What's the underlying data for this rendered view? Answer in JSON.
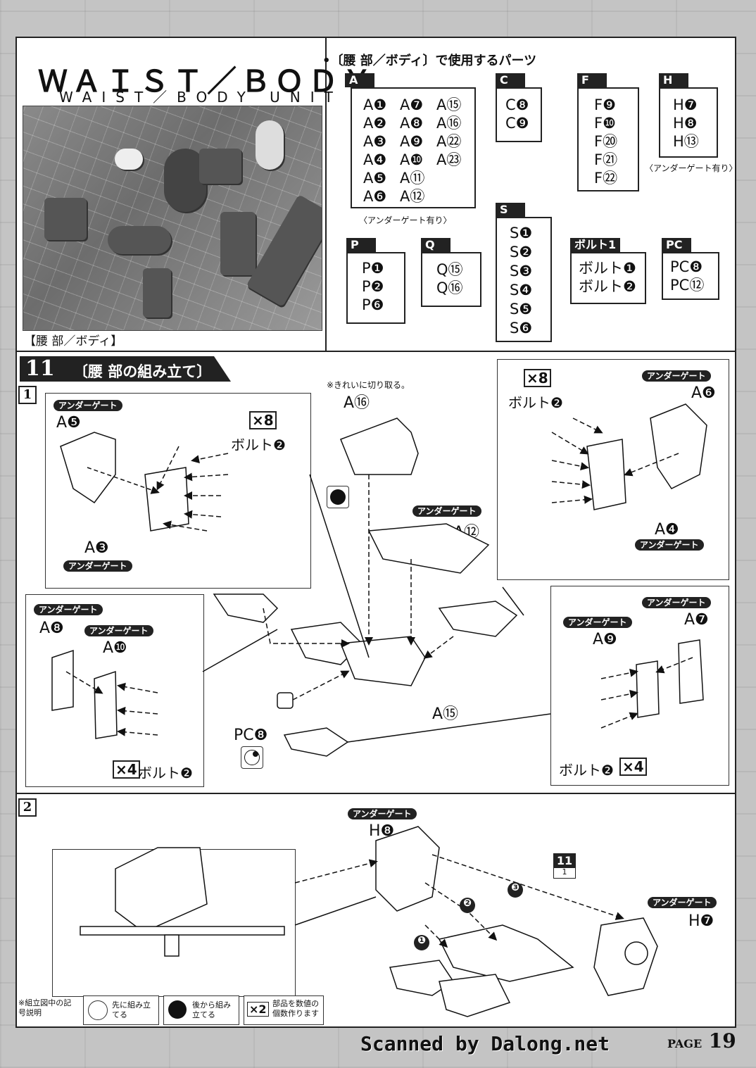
{
  "header": {
    "title_stylized": "ＷＡＩＳＴ／ＢＯＤＹ ＵＮＩＴ",
    "title_sub": "WAIST／BODY UNIT",
    "photo_caption": "【腰 部／ボディ】"
  },
  "parts": {
    "title": "•〔腰 部／ボディ〕で使用するパーツ",
    "groups": [
      {
        "tag": "A",
        "items": [
          "A❶",
          "A❼",
          "A⑮",
          "A❷",
          "A❽",
          "A⑯",
          "A❸",
          "A❾",
          "A㉒",
          "A❹",
          "A❿",
          "A㉓",
          "A❺",
          "A⑪",
          "",
          "A❻",
          "A⑫",
          ""
        ],
        "note": "〈アンダーゲート有り〉"
      },
      {
        "tag": "C",
        "items": [
          "C❽",
          "C❾"
        ]
      },
      {
        "tag": "F",
        "items": [
          "F❾",
          "F❿",
          "F⑳",
          "F㉑",
          "F㉒"
        ]
      },
      {
        "tag": "H",
        "items": [
          "H❼",
          "H❽",
          "H⑬"
        ],
        "note": "〈アンダーゲート有り〉"
      },
      {
        "tag": "P",
        "items": [
          "P❶",
          "P❷",
          "P❻"
        ]
      },
      {
        "tag": "Q",
        "items": [
          "Q⑮",
          "Q⑯"
        ]
      },
      {
        "tag": "S",
        "items": [
          "S❶",
          "S❷",
          "S❸",
          "S❹",
          "S❺",
          "S❻"
        ]
      },
      {
        "tag": "ボルト1",
        "items": [
          "ボルト❶",
          "ボルト❷"
        ]
      },
      {
        "tag": "PC",
        "items": [
          "PC❽",
          "PC⑫"
        ]
      }
    ]
  },
  "step": {
    "number": "11",
    "title": "〔腰 部の組み立て〕",
    "sub1": "1",
    "sub2": "2",
    "clean_cut_note": "※きれいに切り取る。",
    "under_gate": "アンダーゲート",
    "labels": {
      "a5": "A❺",
      "a3": "A❸",
      "a16": "A⑯",
      "a6": "A❻",
      "a4": "A❹",
      "a12": "A⑫",
      "a8": "A❽",
      "a10": "A❿",
      "a15": "A⑮",
      "a9": "A❾",
      "a7": "A❼",
      "pc8": "PC❽",
      "h8": "H❽",
      "h7": "H❼"
    },
    "bolt": "ボルト❷",
    "x8": "×8",
    "x4": "×4",
    "ref_box": "11",
    "ref_box_sub": "1",
    "order_marks": [
      "❶",
      "❷",
      "❸"
    ]
  },
  "legend": {
    "note": "※組立図中の記号説明",
    "first": "先に組み立てる",
    "after": "後から組み立てる",
    "mult_icon": "×2",
    "mult_text": "部品を数値の個数作ります"
  },
  "watermark": "Scanned by Dalong.net",
  "page": {
    "label": "PAGE",
    "number": "19"
  }
}
